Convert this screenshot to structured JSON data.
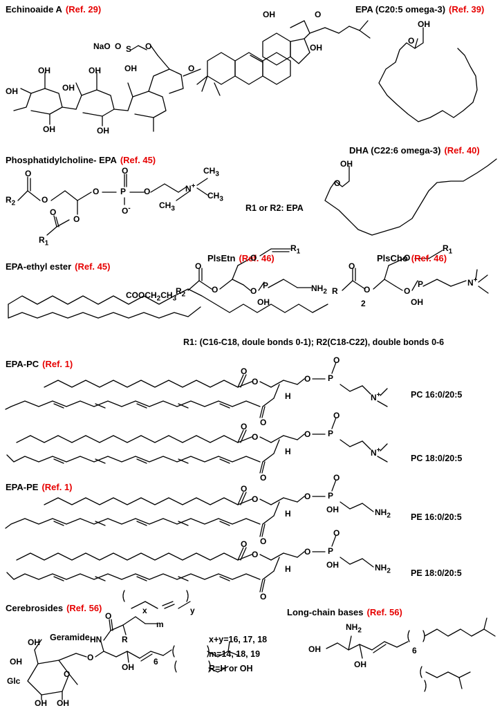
{
  "sections": {
    "echinoaide": {
      "name": "Echinoaide A",
      "ref": "(Ref. 29)"
    },
    "epa": {
      "name": "EPA (C20:5 omega-3)",
      "ref": "(Ref. 39)"
    },
    "pc_epa": {
      "name": "Phosphatidylcholine- EPA",
      "ref": "(Ref. 45)"
    },
    "dha": {
      "name": "DHA (C22:6 omega-3)",
      "ref": "(Ref. 40)"
    },
    "ethyl": {
      "name": "EPA-ethyl ester",
      "ref": "(Ref. 45)"
    },
    "plsetn": {
      "name": "PlsEtn",
      "ref": "(Ref. 46)"
    },
    "plscho": {
      "name": "PlsCho",
      "ref": "(Ref. 46)"
    },
    "epa_pc": {
      "name": "EPA-PC",
      "ref": "(Ref. 1)"
    },
    "epa_pe": {
      "name": "EPA-PE",
      "ref": "(Ref. 1)"
    },
    "cerebrosides": {
      "name": "Cerebrosides",
      "ref": "(Ref. 56)"
    },
    "lcb": {
      "name": "Long-chain bases",
      "ref": "(Ref. 56)"
    }
  },
  "compound_labels": {
    "pc1": "PC 16:0/20:5",
    "pc2": "PC 18:0/20:5",
    "pe1": "PE 16:0/20:5",
    "pe2": "PE 18:0/20:5"
  },
  "notes": {
    "r1r2": "R1 or R2: EPA",
    "chains": "R1: (C16-C18, doule bonds 0-1); R2(C18-C22), double bonds 0-6",
    "xy": "x+y=16, 17, 18",
    "m": "m=14, 18, 19",
    "r": "R=H or OH",
    "geramide": "Geramide"
  },
  "atoms": {
    "oh": "OH",
    "o": "O",
    "h": "H",
    "p": "P",
    "n_plus": "N",
    "plus": "+",
    "o_minus": "O",
    "minus": "-",
    "ch3": "CH",
    "three": "3",
    "nh2": "NH",
    "two": "2",
    "r": "R",
    "r1": "R",
    "r2": "R",
    "one": "1",
    "nao": "NaO",
    "s": "S",
    "cooch": "COOCH",
    "ch": "CH",
    "hn": "HN",
    "glc": "Glc",
    "six": "6",
    "x": "x",
    "y": "y",
    "m": "m"
  }
}
